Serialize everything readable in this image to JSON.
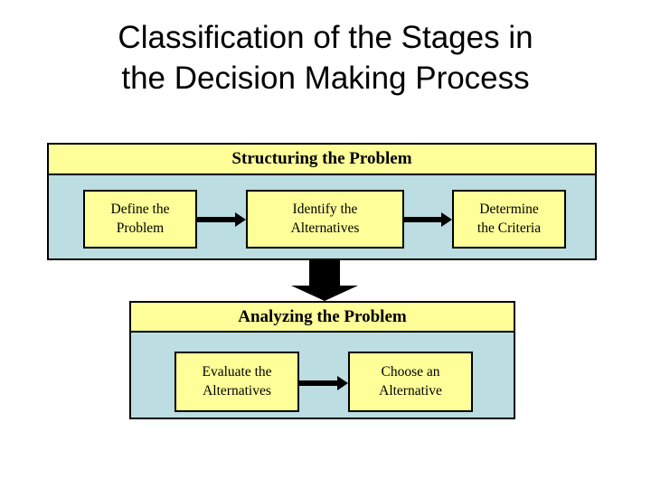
{
  "slide": {
    "title": "Classification of the Stages in\nthe Decision Making Process",
    "background_color": "#ffffff"
  },
  "colors": {
    "header_yellow": "#ffff99",
    "body_blue": "#bcdde1",
    "box_yellow": "#ffff99",
    "outline_black": "#000000",
    "text_black": "#000000"
  },
  "diagram": {
    "type": "flowchart",
    "sections": [
      {
        "id": "structuring",
        "header": "Structuring the Problem",
        "steps": [
          {
            "id": "define",
            "label": "Define the\nProblem"
          },
          {
            "id": "identify",
            "label": "Identify the\nAlternatives"
          },
          {
            "id": "determine",
            "label": "Determine\nthe Criteria"
          }
        ],
        "arrows": [
          {
            "id": "arrow-1",
            "from": "define",
            "to": "identify",
            "direction": "right"
          },
          {
            "id": "arrow-2",
            "from": "identify",
            "to": "determine",
            "direction": "right"
          }
        ]
      },
      {
        "id": "analyzing",
        "header": "Analyzing the Problem",
        "steps": [
          {
            "id": "evaluate",
            "label": "Evaluate the\nAlternatives"
          },
          {
            "id": "choose",
            "label": "Choose an\nAlternative"
          }
        ],
        "arrows": [
          {
            "id": "arrow-3",
            "from": "evaluate",
            "to": "choose",
            "direction": "right"
          }
        ]
      }
    ],
    "section_connector": {
      "id": "arrow-down",
      "from": "structuring",
      "to": "analyzing",
      "direction": "down",
      "shape": "block-arrow"
    }
  }
}
